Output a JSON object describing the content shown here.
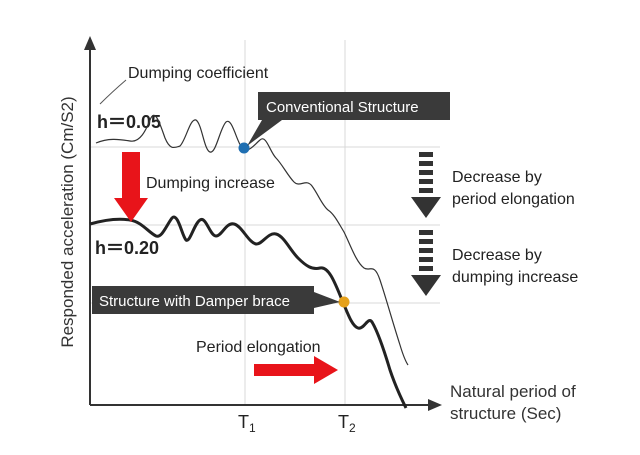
{
  "y_axis_label": "Responded acceleration (Cm/S2)",
  "x_axis_label_line1": "Natural period of",
  "x_axis_label_line2": "structure (Sec)",
  "tick_t1": "T",
  "tick_t1_sub": "1",
  "tick_t2": "T",
  "tick_t2_sub": "2",
  "dumping_coefficient_label": "Dumping coefficient",
  "h_upper_label": "h＝0.05",
  "h_lower_label": "h＝0.20",
  "conventional_callout": "Conventional Structure",
  "damper_callout": "Structure with Damper brace",
  "dumping_increase_label": "Dumping increase",
  "period_elongation_label": "Period elongation",
  "right_note_1_line1": "Decrease by",
  "right_note_1_line2": "period elongation",
  "right_note_2_line1": "Decrease by",
  "right_note_2_line2": "dumping increase",
  "colors": {
    "curve": "#222222",
    "red_arrow": "#e8141a",
    "callout_bg": "#3a3a3a",
    "marker_conventional": "#1f6fb2",
    "marker_damper": "#e6a11a",
    "grid": "#d9d9d9",
    "dashed_arrow": "#333333"
  }
}
